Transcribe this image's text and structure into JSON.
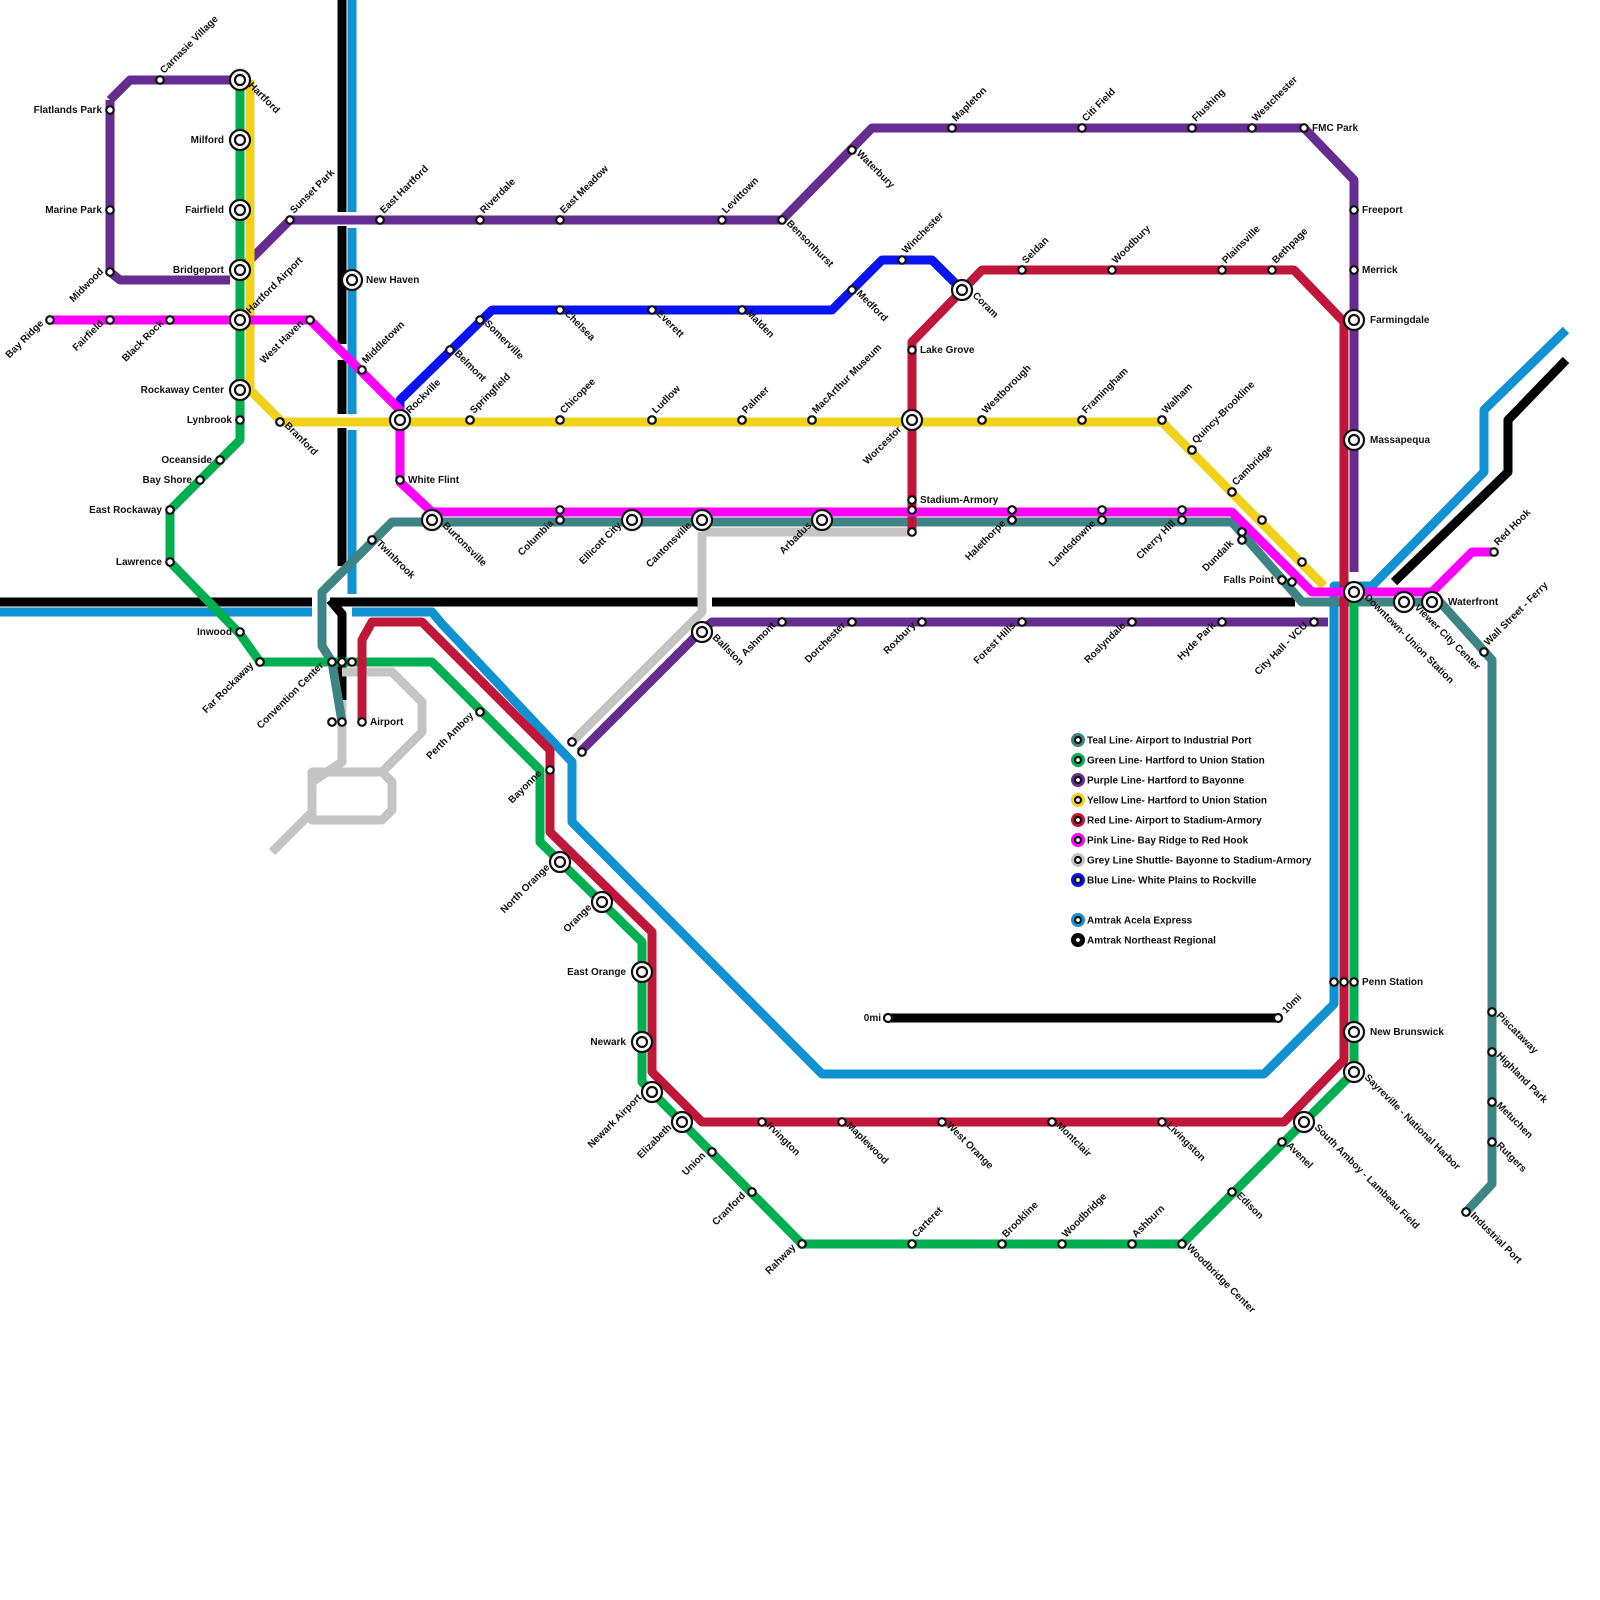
{
  "colors": {
    "teal": "#3f8484",
    "green": "#00af50",
    "purple": "#662d91",
    "yellow": "#f2d11b",
    "red": "#c0163a",
    "pink": "#ff00ff",
    "grey": "#c4c4c4",
    "blue": "#0a14f0",
    "acela": "#0f91d2",
    "regional": "#000000"
  },
  "legend": [
    {
      "key": "teal",
      "label": "Teal Line- Airport to Industrial Port"
    },
    {
      "key": "green",
      "label": "Green Line- Hartford to Union Station"
    },
    {
      "key": "purple",
      "label": "Purple Line- Hartford to Bayonne"
    },
    {
      "key": "yellow",
      "label": "Yellow Line- Hartford to Union Station"
    },
    {
      "key": "red",
      "label": "Red Line- Airport to Stadium-Armory"
    },
    {
      "key": "pink",
      "label": "Pink Line-  Bay Ridge to Red Hook"
    },
    {
      "key": "grey",
      "label": "Grey Line Shuttle- Bayonne to Stadium-Armory"
    },
    {
      "key": "blue",
      "label": "Blue Line- White Plains to Rockville"
    },
    {
      "key": "acela",
      "label": "Amtrak Acela Express"
    },
    {
      "key": "regional",
      "label": "Amtrak Northeast Regional"
    }
  ],
  "scale_bar": {
    "start_label": "0mi",
    "end_label": "10mi"
  },
  "stations": [
    {
      "name": "Hartford"
    },
    {
      "name": "Carnasie Village"
    },
    {
      "name": "Flatlands Park"
    },
    {
      "name": "Milford"
    },
    {
      "name": "Marine Park"
    },
    {
      "name": "Fairfield"
    },
    {
      "name": "Midwood"
    },
    {
      "name": "Bridgeport"
    },
    {
      "name": "Sunset Park"
    },
    {
      "name": "Hartford Airport"
    },
    {
      "name": "Bay Ridge"
    },
    {
      "name": "Fairfield"
    },
    {
      "name": "Black Rock"
    },
    {
      "name": "West Haven"
    },
    {
      "name": "Rockaway Center"
    },
    {
      "name": "Lynbrook"
    },
    {
      "name": "Oceanside"
    },
    {
      "name": "Bay Shore"
    },
    {
      "name": "East Rockaway"
    },
    {
      "name": "Lawrence"
    },
    {
      "name": "Inwood"
    },
    {
      "name": "Far Rockaway"
    },
    {
      "name": "Branford"
    },
    {
      "name": "New Haven"
    },
    {
      "name": "Middletown"
    },
    {
      "name": "East Hartford"
    },
    {
      "name": "Riverdale"
    },
    {
      "name": "East Meadow"
    },
    {
      "name": "Levittown"
    },
    {
      "name": "Bensonhurst"
    },
    {
      "name": "Waterbury"
    },
    {
      "name": "Mapleton"
    },
    {
      "name": "Citi Field"
    },
    {
      "name": "Flushing"
    },
    {
      "name": "Westchester"
    },
    {
      "name": "FMC Park"
    },
    {
      "name": "Freeport"
    },
    {
      "name": "Merrick"
    },
    {
      "name": "Farmingdale"
    },
    {
      "name": "Massapequa"
    },
    {
      "name": "Winchester"
    },
    {
      "name": "Coram"
    },
    {
      "name": "Seldan"
    },
    {
      "name": "Woodbury"
    },
    {
      "name": "Plainsville"
    },
    {
      "name": "Bethpage"
    },
    {
      "name": "Medford"
    },
    {
      "name": "Somerville"
    },
    {
      "name": "Chelsea"
    },
    {
      "name": "Everett"
    },
    {
      "name": "Malden"
    },
    {
      "name": "Belmont"
    },
    {
      "name": "Rockville"
    },
    {
      "name": "Springfield"
    },
    {
      "name": "Chicopee"
    },
    {
      "name": "Ludlow"
    },
    {
      "name": "Palmer"
    },
    {
      "name": "MacArthur Museum"
    },
    {
      "name": "Lake Grove"
    },
    {
      "name": "Worcestor"
    },
    {
      "name": "Westborough"
    },
    {
      "name": "Framingham"
    },
    {
      "name": "Walham"
    },
    {
      "name": "Quincy-Brookline"
    },
    {
      "name": "Cambridge"
    },
    {
      "name": "White Flint"
    },
    {
      "name": "Stadium-Armory"
    },
    {
      "name": "Twinbrook"
    },
    {
      "name": "Burtonsville"
    },
    {
      "name": "Columbia"
    },
    {
      "name": "Ellicott City"
    },
    {
      "name": "Cantonsville"
    },
    {
      "name": "Arbadus"
    },
    {
      "name": "Halethorpe"
    },
    {
      "name": "Landsdowne"
    },
    {
      "name": "Cherry Hill"
    },
    {
      "name": "Dundalk"
    },
    {
      "name": "Falls Point"
    },
    {
      "name": "Red Hook"
    },
    {
      "name": "Downtown- Union Station"
    },
    {
      "name": "Viewer City Center"
    },
    {
      "name": "Waterfront"
    },
    {
      "name": "Wall Street - Ferry"
    },
    {
      "name": "Ashmont"
    },
    {
      "name": "Dorchester"
    },
    {
      "name": "Roxbury"
    },
    {
      "name": "Forest Hills"
    },
    {
      "name": "Roslyndale"
    },
    {
      "name": "Hyde Park"
    },
    {
      "name": "City Hall - VCU"
    },
    {
      "name": "Ballston"
    },
    {
      "name": "Convention Center"
    },
    {
      "name": "Airport"
    },
    {
      "name": "Perth Amboy"
    },
    {
      "name": "Bayonne"
    },
    {
      "name": "North Orange"
    },
    {
      "name": "Orange"
    },
    {
      "name": "East Orange"
    },
    {
      "name": "Newark"
    },
    {
      "name": "Newark Airport"
    },
    {
      "name": "Elizabeth"
    },
    {
      "name": "Union"
    },
    {
      "name": "Cranford"
    },
    {
      "name": "Rahway"
    },
    {
      "name": "Irvington"
    },
    {
      "name": "Maplewood"
    },
    {
      "name": "West Orange"
    },
    {
      "name": "Montclair"
    },
    {
      "name": "Livingston"
    },
    {
      "name": "Carteret"
    },
    {
      "name": "Brookline"
    },
    {
      "name": "Woodbridge"
    },
    {
      "name": "Ashburn"
    },
    {
      "name": "Woodbridge Center"
    },
    {
      "name": "Edison"
    },
    {
      "name": "Avenel"
    },
    {
      "name": "South Amboy - Lambeau Field"
    },
    {
      "name": "Sayreville - National Harbor"
    },
    {
      "name": "New Brunswick"
    },
    {
      "name": "Penn Station"
    },
    {
      "name": "Piscataway"
    },
    {
      "name": "Highland Park"
    },
    {
      "name": "Metuchen"
    },
    {
      "name": "Rutgers"
    },
    {
      "name": "Industrial Port"
    }
  ]
}
